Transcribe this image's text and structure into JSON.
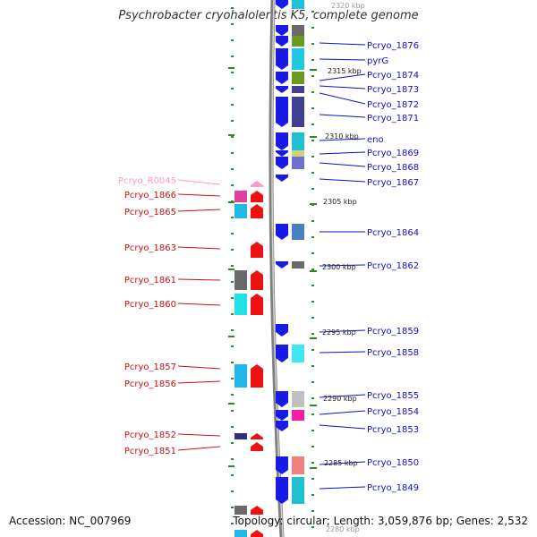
{
  "title": "Psychrobacter cryohalolentis K5, complete genome",
  "accession": "Accession: NC_007969",
  "topology": "Topology: circular; Length: 3,059,876 bp; Genes: 2,532",
  "colors": {
    "backbone": "#808080",
    "forward_label": "#1010cc",
    "reverse_label": "#cc1111",
    "rna_label": "#ff99cc",
    "tick": "#2a8a2a"
  },
  "scale_labels": [
    "2320 kbp",
    "2315 kbp",
    "2310 kbp",
    "2305 kbp",
    "2300 kbp",
    "2295 kbp",
    "2290 kbp",
    "2285 kbp",
    "2280 kbp"
  ],
  "forward_genes": [
    "Pcryo_1876",
    "pyrG",
    "Pcryo_1874",
    "Pcryo_1873",
    "Pcryo_1872",
    "Pcryo_1871",
    "eno",
    "Pcryo_1869",
    "Pcryo_1868",
    "Pcryo_1867",
    "Pcryo_1864",
    "Pcryo_1862",
    "Pcryo_1859",
    "Pcryo_1858",
    "Pcryo_1855",
    "Pcryo_1854",
    "Pcryo_1853",
    "Pcryo_1850",
    "Pcryo_1849"
  ],
  "reverse_genes": [
    "Pcryo_R0045",
    "Pcryo_1866",
    "Pcryo_1865",
    "Pcryo_1863",
    "Pcryo_1861",
    "Pcryo_1860",
    "Pcryo_1857",
    "Pcryo_1856",
    "Pcryo_1852",
    "Pcryo_1851"
  ]
}
